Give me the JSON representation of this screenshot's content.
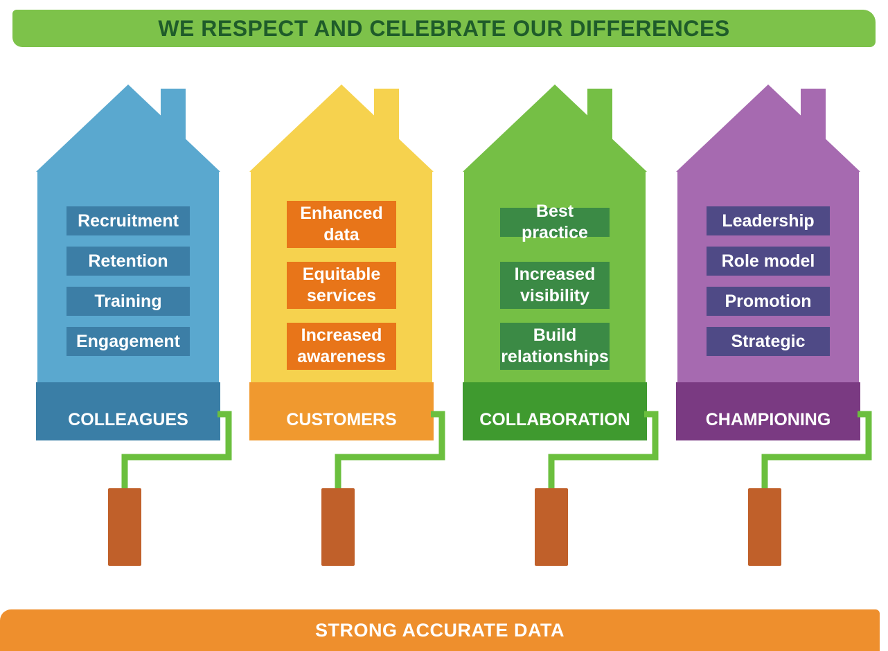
{
  "header": {
    "title": "WE RESPECT AND CELEBRATE OUR DIFFERENCES"
  },
  "footer": {
    "title": "STRONG ACCURATE DATA"
  },
  "colors": {
    "header_bg": "#7dc24a",
    "header_text": "#1f5c2a",
    "footer_bg": "#ee8f2d",
    "footer_text": "#ffffff",
    "roller_handle": "#6bbf3e",
    "roller_grip": "#c0602a"
  },
  "houses": [
    {
      "label": "COLLEAGUES",
      "color": "#5aa8cf",
      "base_color": "#3a7ea6",
      "item_color": "#3c7ea6",
      "items": [
        "Recruitment",
        "Retention",
        "Training",
        "Engagement"
      ]
    },
    {
      "label": "CUSTOMERS",
      "color": "#f6d24e",
      "base_color": "#f0992f",
      "item_color": "#e87519",
      "items": [
        "Enhanced\ndata",
        "Equitable\nservices",
        "Increased\nawareness"
      ]
    },
    {
      "label": "COLLABORATION",
      "color": "#75bf45",
      "base_color": "#3f9a2f",
      "item_color": "#3b8a45",
      "items": [
        "Best practice",
        "Increased\nvisibility",
        "Build\nrelationships"
      ]
    },
    {
      "label": "CHAMPIONING",
      "color": "#a66ab0",
      "base_color": "#7a3a82",
      "item_color": "#4f4a86",
      "items": [
        "Leadership",
        "Role model",
        "Promotion",
        "Strategic"
      ]
    }
  ]
}
